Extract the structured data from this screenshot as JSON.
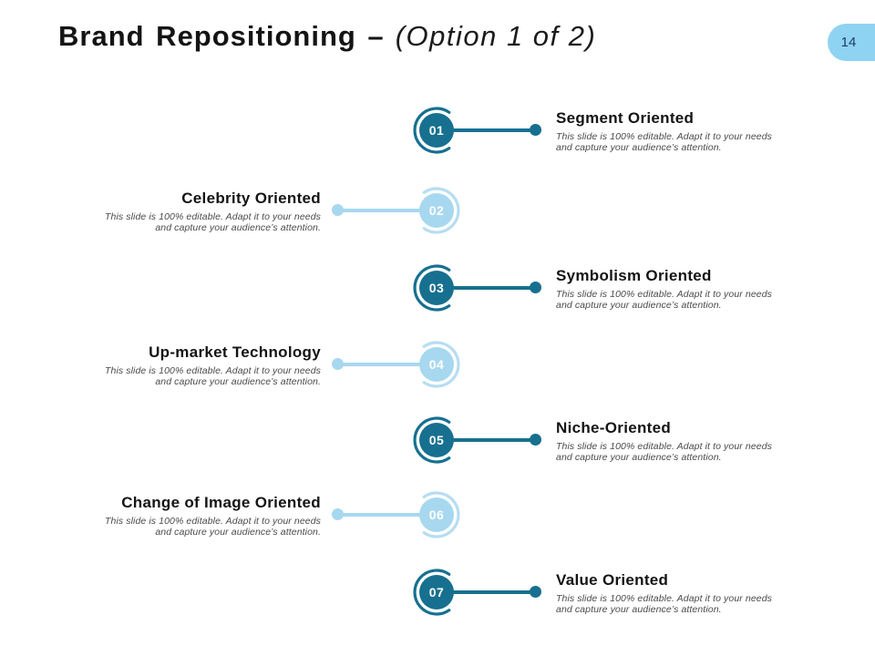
{
  "slide": {
    "title_bold": "Brand Repositioning –",
    "title_italic": "(Option 1 of 2)",
    "page_number": "14"
  },
  "colors": {
    "teal": "#17708F",
    "light_blue": "#A7D8EF",
    "badge_blue": "#8FD3F2",
    "title_text": "#141414",
    "description_text": "#4A4A4A",
    "background": "#FFFFFF"
  },
  "items": [
    {
      "number": "01",
      "title": "Segment Oriented",
      "side": "right",
      "accent": "teal",
      "desc1": "This slide is 100% editable. Adapt it to your needs",
      "desc2": "and capture your audience’s attention."
    },
    {
      "number": "02",
      "title": "Celebrity Oriented",
      "side": "left",
      "accent": "light_blue",
      "desc1": "This slide is 100% editable. Adapt it to your needs",
      "desc2": "and capture your audience’s attention."
    },
    {
      "number": "03",
      "title": "Symbolism Oriented",
      "side": "right",
      "accent": "teal",
      "desc1": "This slide is 100% editable. Adapt it to your needs",
      "desc2": "and capture your audience’s attention."
    },
    {
      "number": "04",
      "title": "Up-market Technology",
      "side": "left",
      "accent": "light_blue",
      "desc1": "This slide is 100% editable. Adapt it to your needs",
      "desc2": "and capture your audience’s attention."
    },
    {
      "number": "05",
      "title": "Niche-Oriented",
      "side": "right",
      "accent": "teal",
      "desc1": "This slide is 100% editable. Adapt it to your needs",
      "desc2": "and capture your audience’s attention."
    },
    {
      "number": "06",
      "title": "Change of Image Oriented",
      "side": "left",
      "accent": "light_blue",
      "desc1": "This slide is 100% editable. Adapt it to your needs",
      "desc2": "and capture your audience’s attention."
    },
    {
      "number": "07",
      "title": "Value Oriented",
      "side": "right",
      "accent": "teal",
      "desc1": "This slide is 100% editable. Adapt it to your needs",
      "desc2": "and capture your audience’s attention."
    }
  ]
}
